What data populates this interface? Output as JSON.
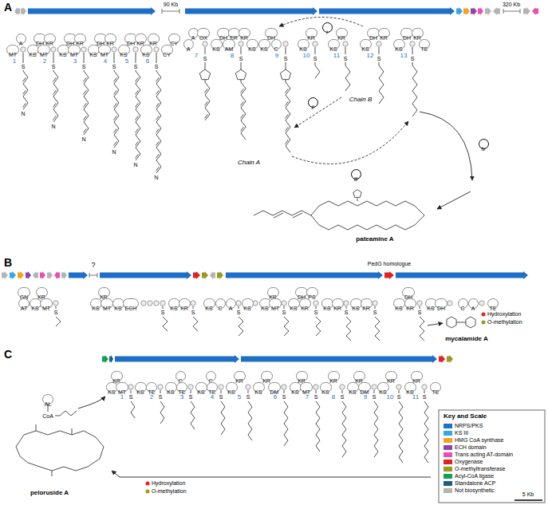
{
  "diagram": {
    "nodes": [
      {
        "text": [
          "MT"
        ]
      },
      {
        "text": [
          "A"
        ]
      },
      {
        "text": [
          "KS"
        ]
      },
      {
        "text": [
          "DH"
        ]
      },
      {
        "text": [
          "KR"
        ]
      },
      {
        "text": [
          "MT"
        ]
      },
      {
        "text": [
          "KS"
        ]
      },
      {
        "text": [
          "DH"
        ]
      },
      {
        "text": [
          "KR"
        ]
      },
      {
        "text": [
          "MT"
        ]
      },
      {
        "text": [
          "KS"
        ]
      },
      {
        "text": [
          "DH"
        ]
      },
      {
        "text": [
          "KR"
        ]
      },
      {
        "text": [
          "MT"
        ]
      },
      {
        "text": [
          "KS"
        ]
      },
      {
        "text": [
          "DH"
        ]
      },
      {
        "text": [
          "KR"
        ]
      },
      {
        "text": [
          "KS"
        ]
      },
      {
        "text": [
          "KR"
        ]
      },
      {
        "text": [
          "CY"
        ]
      },
      {
        "text": [
          "CY"
        ]
      },
      {
        "text": [
          "A"
        ]
      },
      {
        "text": [
          "A"
        ]
      },
      {
        "text": [
          "OX"
        ]
      },
      {
        "text": [
          "KS"
        ]
      },
      {
        "text": [
          "DH"
        ]
      },
      {
        "text": [
          "ER"
        ]
      },
      {
        "text": [
          "KR"
        ]
      },
      {
        "text": [
          "AM"
        ]
      },
      {
        "text": [
          "KS"
        ]
      },
      {
        "text": [
          "KS"
        ]
      },
      {
        "text": [
          "DH"
        ]
      },
      {
        "text": [
          "C"
        ]
      },
      {
        "text": [
          "KS"
        ]
      },
      {
        "text": [
          "KR"
        ]
      },
      {
        "text": [
          "KS"
        ]
      },
      {
        "text": [
          "KR"
        ]
      },
      {
        "text": [
          "KS"
        ]
      },
      {
        "text": [
          "DH"
        ]
      },
      {
        "text": [
          "KR"
        ]
      },
      {
        "text": [
          "KS"
        ]
      },
      {
        "text": [
          "DH"
        ]
      },
      {
        "text": [
          "KR"
        ]
      },
      {
        "text": [
          "TE"
        ]
      },
      {
        "text": [
          "i"
        ]
      },
      {
        "text": [
          "ii"
        ]
      },
      {
        "text": [
          "iii"
        ]
      },
      {
        "text": [
          "iv"
        ]
      },
      {
        "text": [
          "GN"
        ]
      },
      {
        "text": [
          "AT"
        ]
      },
      {
        "text": [
          "KS"
        ]
      },
      {
        "text": [
          "KR"
        ]
      },
      {
        "text": [
          "MT"
        ]
      },
      {
        "text": [
          "KS"
        ]
      },
      {
        "text": [
          "KR"
        ]
      },
      {
        "text": [
          "MT"
        ]
      },
      {
        "text": [
          "KS"
        ]
      },
      {
        "text": [
          "ECH"
        ]
      },
      {
        "text": [
          "KS"
        ]
      },
      {
        "text": [
          "KR"
        ]
      },
      {
        "text": [
          "KS"
        ]
      },
      {
        "text": [
          "C"
        ]
      },
      {
        "text": [
          "A"
        ]
      },
      {
        "text": [
          "KS"
        ]
      },
      {
        "text": [
          "KS"
        ]
      },
      {
        "text": [
          "KR"
        ]
      },
      {
        "text": [
          "MT"
        ]
      },
      {
        "text": [
          "KS"
        ]
      },
      {
        "text": [
          "DH"
        ]
      },
      {
        "text": [
          "PS"
        ]
      },
      {
        "text": [
          "KR"
        ]
      },
      {
        "text": [
          "KS"
        ]
      },
      {
        "text": [
          "KR"
        ]
      },
      {
        "text": [
          "KS"
        ]
      },
      {
        "text": [
          "KR"
        ]
      },
      {
        "text": [
          "KS"
        ]
      },
      {
        "text": [
          "DH"
        ]
      },
      {
        "text": [
          "KR"
        ]
      },
      {
        "text": [
          "KS"
        ]
      },
      {
        "text": [
          "DH"
        ]
      },
      {
        "text": [
          "C"
        ]
      },
      {
        "text": [
          "A"
        ]
      },
      {
        "text": [
          "TE"
        ]
      },
      {
        "text": [
          "KS"
        ]
      },
      {
        "text": [
          "KR"
        ]
      },
      {
        "text": [
          "MT"
        ]
      },
      {
        "text": [
          "KS"
        ]
      },
      {
        "text": [
          "TE"
        ]
      },
      {
        "text": [
          "KS"
        ]
      },
      {
        "text": [
          "C"
        ]
      },
      {
        "text": [
          "TE"
        ]
      },
      {
        "text": [
          "KS"
        ]
      },
      {
        "text": [
          "C"
        ]
      },
      {
        "text": [
          "TE"
        ]
      },
      {
        "text": [
          "KS"
        ]
      },
      {
        "text": [
          "KR"
        ]
      },
      {
        "text": [
          "KS"
        ]
      },
      {
        "text": [
          "KR"
        ]
      },
      {
        "text": [
          "DM"
        ]
      },
      {
        "text": [
          "KS"
        ]
      },
      {
        "text": [
          "KR"
        ]
      },
      {
        "text": [
          "MT"
        ]
      },
      {
        "text": [
          "KS"
        ]
      },
      {
        "text": [
          "KR"
        ]
      },
      {
        "text": [
          "KS"
        ]
      },
      {
        "text": [
          "KR"
        ]
      },
      {
        "text": [
          "DM"
        ]
      },
      {
        "text": [
          "KS"
        ]
      },
      {
        "text": [
          "KR"
        ]
      },
      {
        "text": [
          "KS"
        ]
      },
      {
        "text": [
          "KR"
        ]
      },
      {
        "text": [
          "TE"
        ]
      },
      {
        "text": [
          "AL"
        ]
      }
    ],
    "labels": [
      "A",
      "90 Kb",
      "320 Kb",
      "1",
      "2",
      "3",
      "4",
      "5",
      "6",
      "7",
      "8",
      "9",
      "10",
      "11",
      "12",
      "13",
      "Chain A",
      "Chain B",
      "pateamine A",
      "B",
      "?",
      "PedG homologue",
      "Hydroxylation",
      "O-methylation",
      "mycalamide A",
      "C",
      "1",
      "2",
      "3",
      "4",
      "5",
      "6",
      "7",
      "8",
      "9",
      "10",
      "11",
      "CoA",
      "Hydroxylation",
      "O-methylation",
      "peloruside A",
      "Key and Scale",
      "5 Kb",
      "N",
      "N",
      "N",
      "N",
      "N",
      "N",
      "S",
      "S",
      "S",
      "S",
      "S",
      "S",
      "S",
      "S",
      "S",
      "S",
      "S",
      "S",
      "S",
      "S",
      "S",
      "S",
      "S",
      "S",
      "S",
      "S",
      "S",
      "S",
      "S",
      "S",
      "S",
      "S",
      "S",
      "S",
      "S",
      "S",
      "S",
      "S",
      "S"
    ],
    "legend": [
      {
        "text": "NRPS/PKS",
        "color": "#1e6fc8"
      },
      {
        "text": "KS III",
        "color": "#33a8e6"
      },
      {
        "text": "HMG CoA synthase",
        "color": "#f7a21b"
      },
      {
        "text": "ECH domain",
        "color": "#8e44ad"
      },
      {
        "text": "Trans acting AT-domain",
        "color": "#e84fb5"
      },
      {
        "text": "Oxygenase",
        "color": "#e02424"
      },
      {
        "text": "O-methyltransferase",
        "color": "#9a9a1e"
      },
      {
        "text": "Acyl-CoA ligase",
        "color": "#12a150"
      },
      {
        "text": "Standalone ACP",
        "color": "#1d5f86"
      },
      {
        "text": "Not biosynthetic",
        "color": "#b4b4b4"
      }
    ]
  }
}
